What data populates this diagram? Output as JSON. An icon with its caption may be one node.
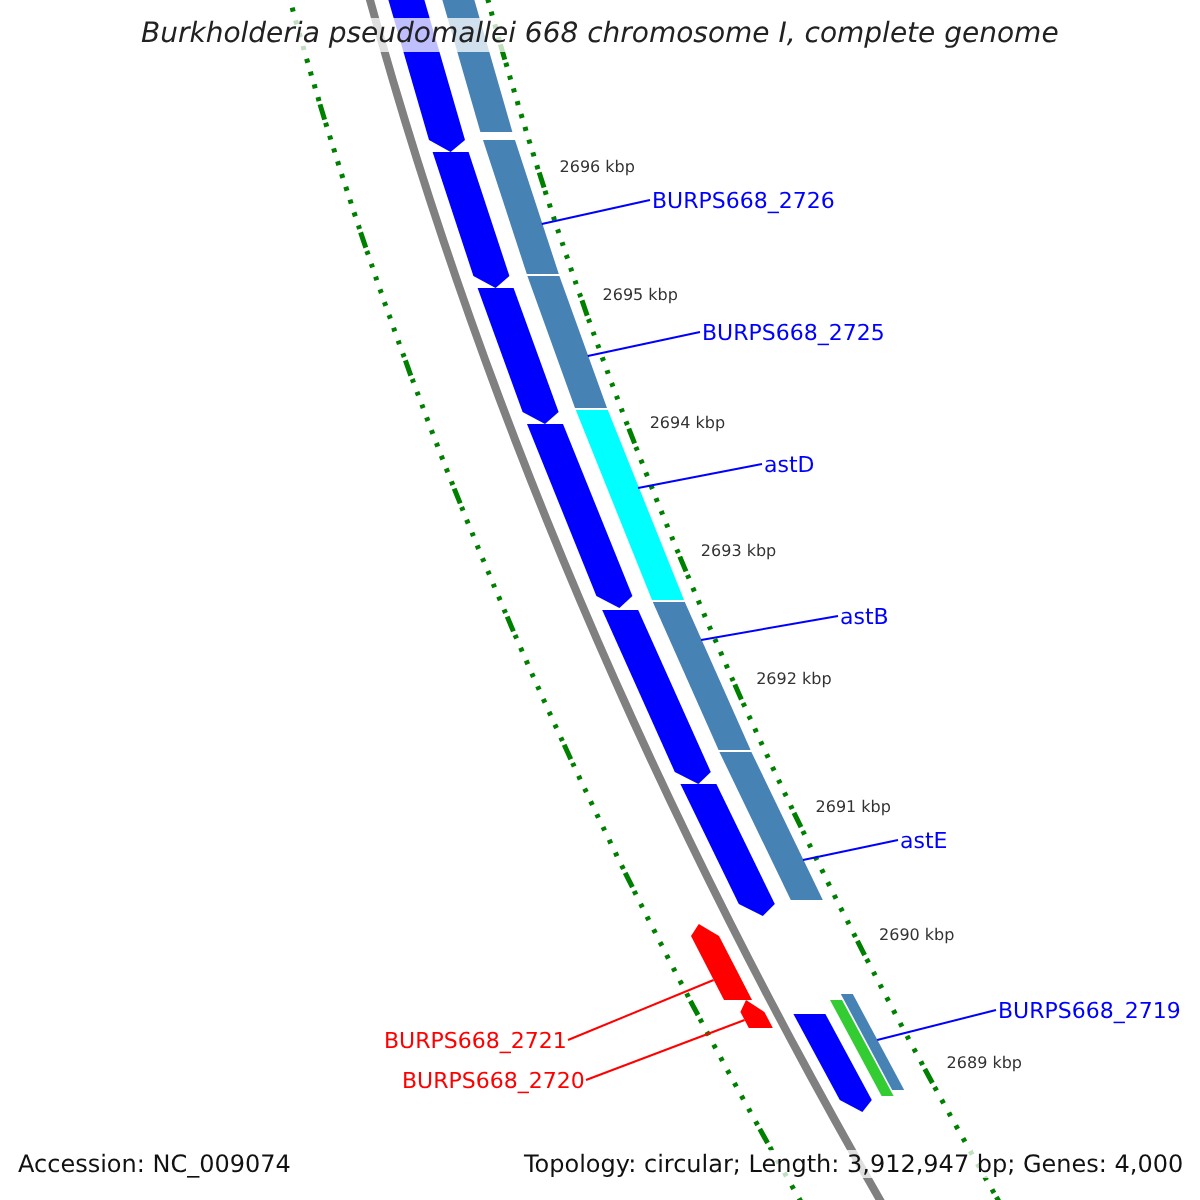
{
  "diagram": {
    "title": "Burkholderia pseudomallei 668 chromosome I, complete genome",
    "nodes": [
      {
        "text": [
          "BURPS668_2726"
        ]
      },
      {
        "text": [],
        "shape": "bar"
      },
      {
        "text": [
          "BURPS668_2725"
        ]
      },
      {
        "text": [],
        "shape": "bar"
      },
      {
        "text": [
          "astD"
        ]
      },
      {
        "text": [],
        "shape": "bar"
      },
      {
        "text": [
          "astB"
        ]
      },
      {
        "text": [],
        "shape": "bar"
      },
      {
        "text": [
          "astE"
        ]
      },
      {
        "text": [],
        "shape": "bar"
      },
      {
        "text": [
          "BURPS668_2719"
        ]
      },
      {
        "text": [],
        "shape": "bar"
      },
      {
        "text": [
          "BURPS668_2721"
        ]
      },
      {
        "text": [],
        "shape": "bar"
      },
      {
        "text": [
          "BURPS668_2720"
        ]
      },
      {
        "text": [],
        "shape": "bar"
      },
      {
        "text": [],
        "shape": "bar"
      },
      {
        "text": [],
        "shape": "bar"
      },
      {
        "text": [],
        "shape": "bar"
      },
      {
        "text": [],
        "shape": "bar"
      },
      {
        "text": [],
        "shape": "bar"
      },
      {
        "text": [],
        "shape": "bar"
      },
      {
        "text": [],
        "shape": "bar"
      },
      {
        "text": [],
        "shape": "bar"
      },
      {
        "text": [],
        "shape": "bar"
      }
    ],
    "edges": [
      {
        "from": 0,
        "to": 1,
        "arrow": "none"
      },
      {
        "from": 2,
        "to": 3,
        "arrow": "none"
      },
      {
        "from": 4,
        "to": 5,
        "arrow": "none"
      },
      {
        "from": 6,
        "to": 7,
        "arrow": "none"
      },
      {
        "from": 8,
        "to": 9,
        "arrow": "none"
      },
      {
        "from": 10,
        "to": 11,
        "arrow": "none"
      },
      {
        "from": 12,
        "to": 13,
        "arrow": "none",
        "color": "#ff0000"
      },
      {
        "from": 14,
        "to": 15,
        "arrow": "none",
        "color": "#ff0000"
      }
    ],
    "labels": [
      "2696 kbp",
      "2695 kbp",
      "2694 kbp",
      "2693 kbp",
      "2692 kbp",
      "2691 kbp",
      "2690 kbp",
      "2689 kbp",
      "Accession: NC_009074",
      "Topology: circular; Length: 3,912,947 bp; Genes: 4,000"
    ]
  }
}
